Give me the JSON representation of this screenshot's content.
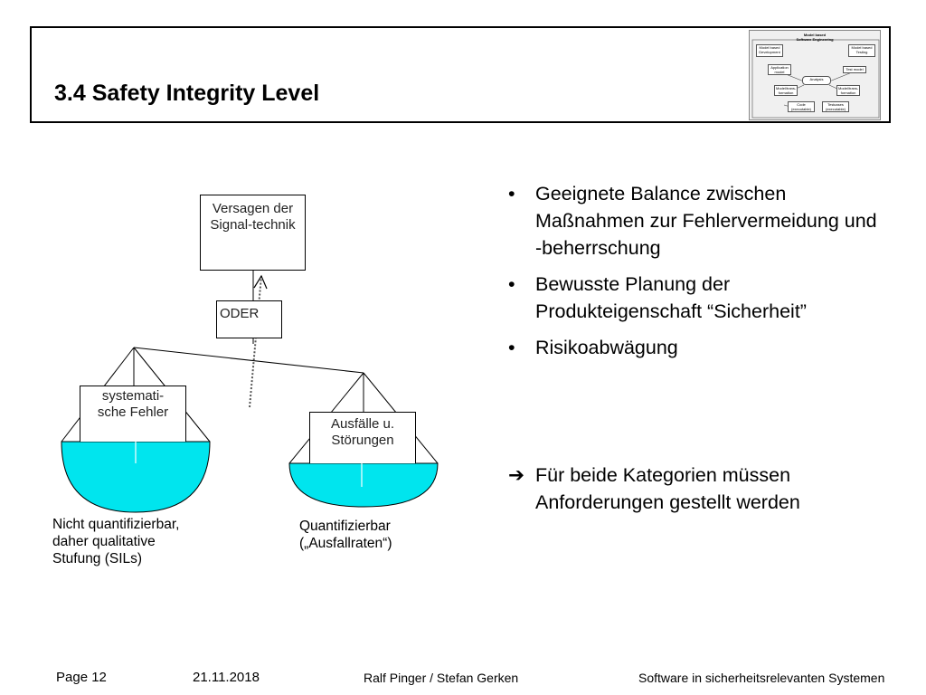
{
  "header": {
    "title": "3.4 Safety Integrity Level",
    "thumbnail": {
      "title_line1": "Model based",
      "title_line2": "Software Engineering",
      "boxes": {
        "mbd": "Model based Development",
        "mbt": "Model based Testing",
        "app_model": "Application model",
        "test_model": "Test model",
        "analysis": "Analysis",
        "transform_left": "Model/trans-formation",
        "transform_right": "Model/trans-formation",
        "code": "Code (executable)",
        "testcases": "Testcases (executable)"
      }
    }
  },
  "diagram": {
    "top_box": "Versagen der Signal-technik",
    "gate": "ODER",
    "left_box": "systemati-sche Fehler",
    "right_box": "Ausfälle u. Störungen",
    "left_caption": [
      "Nicht quantifizierbar,",
      "daher qualitative",
      "Stufung (SILs)"
    ],
    "right_caption": [
      "Quantifizierbar",
      "(„Ausfallraten“)"
    ],
    "colors": {
      "liquid": "#00e5ee",
      "stroke": "#000000",
      "arrow": "#555555"
    }
  },
  "bullets": {
    "marker": "•",
    "items": [
      "Geeignete Balance zwischen Maßnahmen zur Fehlervermeidung und -beherrschung",
      "Bewusste Planung der Produkteigenschaft “Sicherheit”",
      "Risikoabwägung"
    ]
  },
  "conclusion": {
    "arrow": "➔",
    "text": "Für beide Kategorien müssen Anforderungen gestellt werden"
  },
  "footer": {
    "page": "Page 12",
    "date": "21.11.2018",
    "authors": "Ralf Pinger / Stefan Gerken",
    "course": "Software in sicherheitsrelevanten Systemen"
  }
}
